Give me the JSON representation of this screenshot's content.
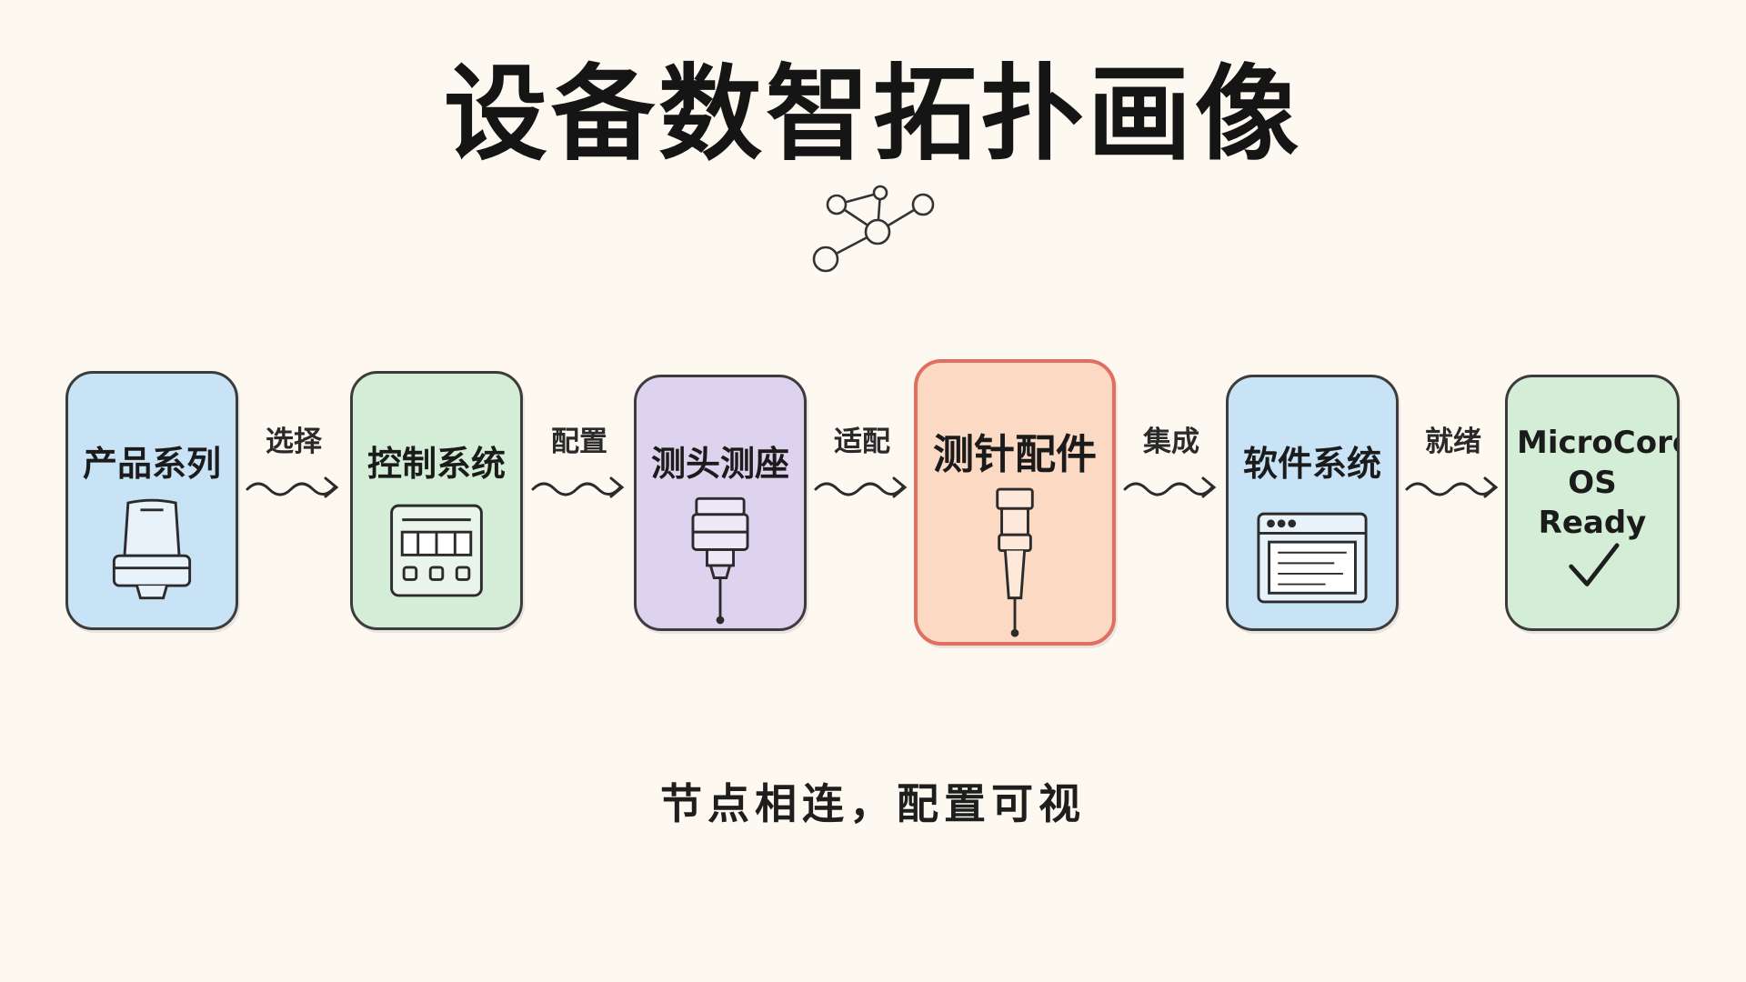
{
  "title": "设备数智拓扑画像",
  "tagline": "节点相连，配置可视",
  "nodes": [
    {
      "label": "产品系列",
      "color": "#c9e3f6",
      "icon": "probe-housing-icon"
    },
    {
      "label": "控制系统",
      "color": "#d3edd6",
      "icon": "control-panel-icon"
    },
    {
      "label": "测头测座",
      "color": "#ded3ef",
      "icon": "probe-head-icon"
    },
    {
      "label": "测针配件",
      "color": "#fbd9c3",
      "icon": "stylus-icon",
      "highlight": true,
      "border_color": "#e06f62"
    },
    {
      "label": "软件系统",
      "color": "#c9e3f6",
      "icon": "software-window-icon"
    },
    {
      "label": "MicroCore OS Ready",
      "color": "#d3edd6",
      "icon": "checkmark-icon"
    }
  ],
  "edges": [
    {
      "label": "选择"
    },
    {
      "label": "配置"
    },
    {
      "label": "适配"
    },
    {
      "label": "集成"
    },
    {
      "label": "就绪"
    }
  ],
  "decor_icon": "network-graph-icon"
}
